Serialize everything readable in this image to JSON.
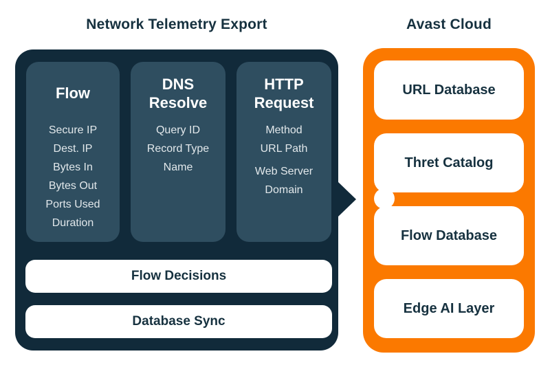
{
  "titles": {
    "left": "Network Telemetry Export",
    "right": "Avast Cloud"
  },
  "telemetry_panel": {
    "columns": [
      {
        "header": "Flow",
        "items": [
          "Secure IP",
          "Dest. IP",
          "Bytes In",
          "Bytes Out",
          "Ports Used",
          "Duration"
        ]
      },
      {
        "header": "DNS Resolve",
        "items": [
          "Query ID",
          "Record Type",
          "Name"
        ]
      },
      {
        "header": "HTTP Request",
        "items": [
          "Method",
          "URL Path",
          "Web Server Domain"
        ]
      }
    ],
    "bars": [
      "Flow Decisions",
      "Database Sync"
    ]
  },
  "cloud_panel": {
    "boxes": [
      "URL Database",
      "Thret Catalog",
      "Flow Database",
      "Edge AI Layer"
    ]
  },
  "colors": {
    "navy_panel": "#112A3A",
    "slate_column": "#2F4E60",
    "orange_panel": "#FB7900",
    "dark_text": "#16313F",
    "light_text": "#E2E8EB",
    "white": "#FFFFFF"
  }
}
